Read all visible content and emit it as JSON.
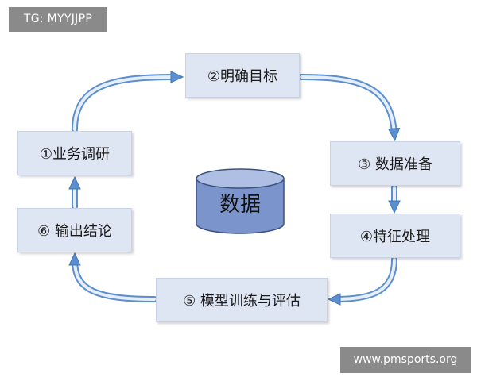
{
  "watermarks": {
    "top_left": "TG: MYYJJPP",
    "bottom_right": "www.pmsports.org"
  },
  "center": {
    "label": "数据"
  },
  "steps": [
    {
      "label": "①业务调研"
    },
    {
      "label": "②明确目标"
    },
    {
      "label": "③ 数据准备"
    },
    {
      "label": "④特征处理"
    },
    {
      "label": "⑤ 模型训练与评估"
    },
    {
      "label": "⑥  输出结论"
    }
  ],
  "colors": {
    "box_fill": "#dfe6f3",
    "arrow_fill": "#dfe9f6",
    "arrow_stroke": "#5b8fcf",
    "cylinder_fill": "#7b95cc",
    "cylinder_top": "#aebfe3",
    "cylinder_stroke": "#3a527f"
  }
}
